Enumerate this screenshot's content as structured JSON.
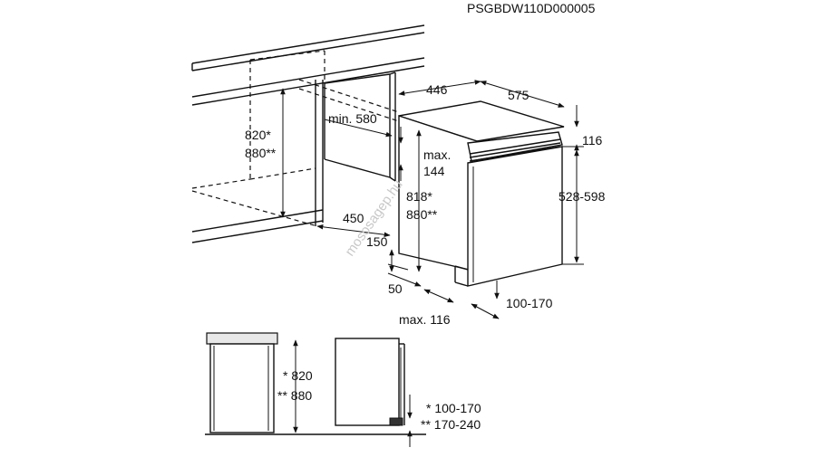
{
  "diagram": {
    "model_code": "PSGBDW110D000005",
    "watermark": "mososagep.hu",
    "labels": {
      "niche_height": "820*",
      "niche_height_alt": "880**",
      "niche_depth_min": "min. 580",
      "niche_width": "450",
      "top_width": "446",
      "top_depth": "575",
      "top_offset": "116",
      "max_label": "max.",
      "max_value": "144",
      "appliance_height": "818*",
      "appliance_height_alt": "880**",
      "panel_height": "528-598",
      "plinth_height": "150",
      "plinth_setback": "50",
      "max_bottom": "max. 116",
      "plinth_range": "100-170",
      "front_height": "* 820",
      "front_height_alt": "** 880",
      "side_range": "* 100-170",
      "side_range_alt": "** 170-240"
    }
  }
}
